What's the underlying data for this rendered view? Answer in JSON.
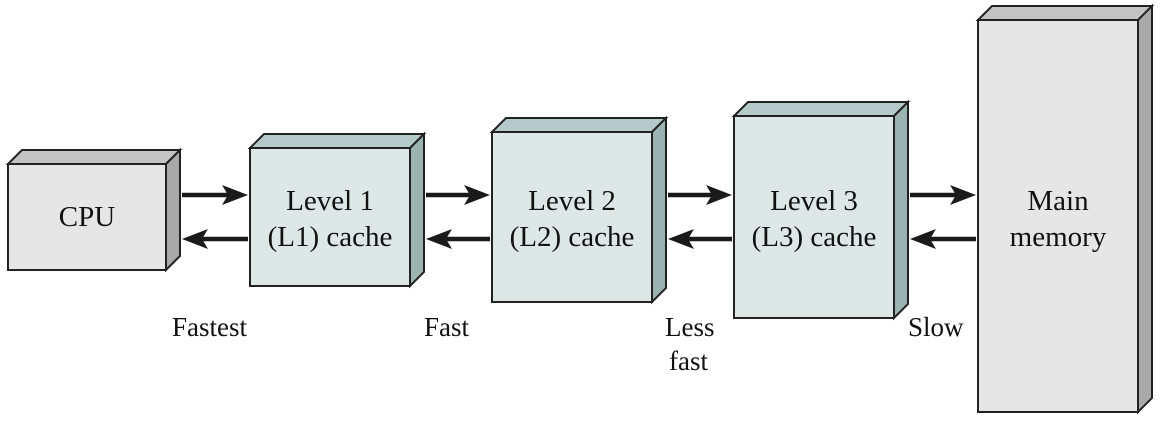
{
  "colors": {
    "cpu_front": "#e6e6e6",
    "cpu_top": "#c4c4c4",
    "cpu_side": "#a9a9a9",
    "cache_front": "#dce7e6",
    "cache_top": "#b5cac8",
    "cache_side": "#9bb4b1",
    "memory_front": "#e6e6e6",
    "memory_top": "#c4c4c4",
    "memory_side": "#a9a9a9",
    "stroke": "#222222",
    "arrow": "#1a1a1a"
  },
  "boxes": {
    "cpu": {
      "lines": [
        "CPU"
      ]
    },
    "l1": {
      "lines": [
        "Level 1",
        "(L1) cache"
      ]
    },
    "l2": {
      "lines": [
        "Level 2",
        "(L2) cache"
      ]
    },
    "l3": {
      "lines": [
        "Level 3",
        "(L3) cache"
      ]
    },
    "memory": {
      "lines": [
        "Main",
        "memory"
      ]
    }
  },
  "speed_labels": {
    "fastest": "Fastest",
    "fast": "Fast",
    "less_fast": [
      "Less",
      "fast"
    ],
    "slow": "Slow"
  }
}
